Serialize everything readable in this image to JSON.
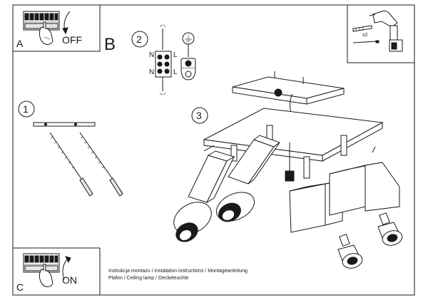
{
  "steps": {
    "a": {
      "letter": "A",
      "action": "OFF"
    },
    "b": {
      "letter": "B"
    },
    "c": {
      "letter": "C",
      "action": "ON"
    },
    "s1": "1",
    "s2": "2",
    "s3": "3"
  },
  "wiring": {
    "n": "N",
    "l": "L"
  },
  "tools": {
    "multiplier": "x2"
  },
  "footer": {
    "line1": "Instrukcja montażu / instalation instructions / Montageanleitung",
    "line2": "Plafon / Ceiling lamp / Deckeleuchte"
  },
  "colors": {
    "ink": "#1a1a1a",
    "paper": "#ffffff",
    "shade": "#e6e6e6"
  }
}
